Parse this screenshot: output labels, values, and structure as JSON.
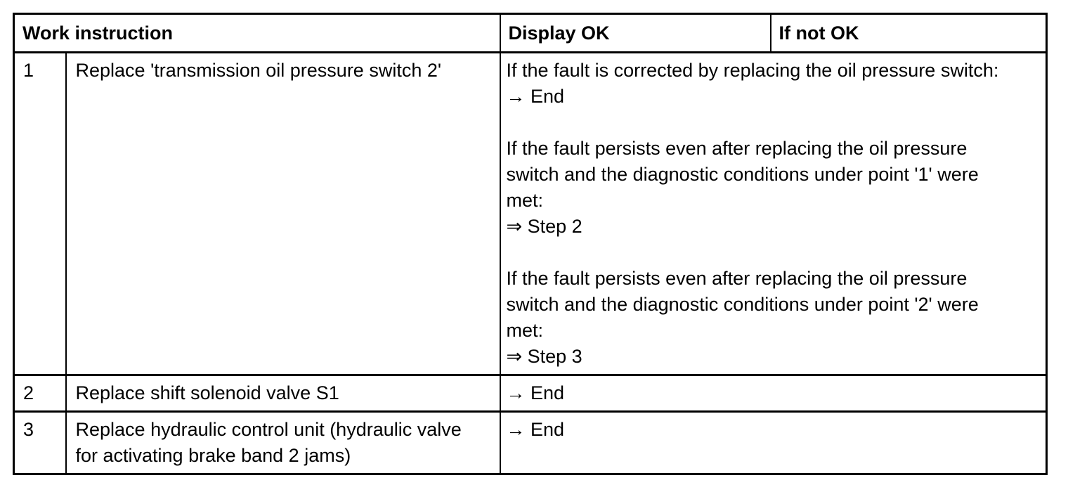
{
  "colors": {
    "text": "#000000",
    "border": "#000000",
    "background": "#ffffff"
  },
  "table": {
    "headers": {
      "work_instruction": "Work instruction",
      "display_ok": "Display OK",
      "if_not_ok": "If not OK"
    },
    "rows": [
      {
        "num": "1",
        "instruction": "Replace 'transmission oil pressure switch 2'",
        "outcomes": [
          {
            "condition": "If the fault is corrected by replacing the oil pressure switch:",
            "action": "→ End"
          },
          {
            "condition": "If the fault persists even after replacing the oil pressure switch and the diagnostic conditions under point '1' were met:",
            "action": "⇒ Step 2"
          },
          {
            "condition": "If the fault persists even after replacing the oil pressure switch and the diagnostic conditions under point '2' were met:",
            "action": "⇒ Step 3"
          }
        ]
      },
      {
        "num": "2",
        "instruction": "Replace shift solenoid valve S1",
        "outcomes": [
          {
            "action": "→ End"
          }
        ]
      },
      {
        "num": "3",
        "instruction": "Replace hydraulic control unit (hydraulic valve for activating brake band 2 jams)",
        "outcomes": [
          {
            "action": "→ End"
          }
        ]
      }
    ]
  }
}
